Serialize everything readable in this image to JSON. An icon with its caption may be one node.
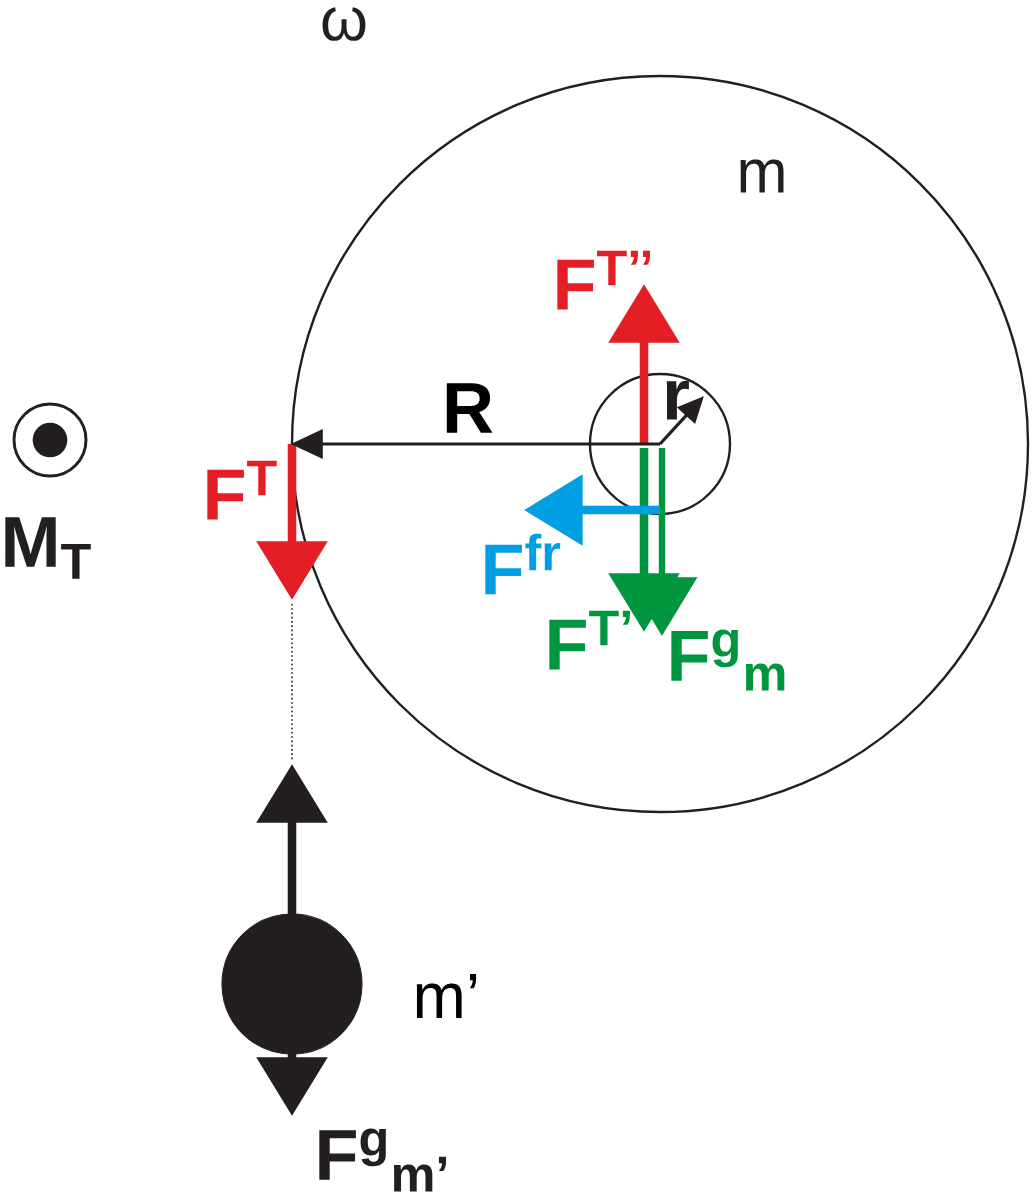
{
  "diagram": {
    "nodes": [
      {
        "text": [],
        "shape": "circle"
      },
      {
        "text": [],
        "shape": "circle",
        "in": 0
      },
      {
        "text": [],
        "shape": "circle",
        "beside": [
          "m’"
        ]
      }
    ],
    "edges": [
      {
        "from": 1,
        "to": 0,
        "arrow": "to",
        "label": "R"
      }
    ],
    "labels": [
      "ω",
      "m",
      "F$^{T’’}$",
      "r",
      "F$^{T}$",
      "M$_{T}$",
      "F$^{fr}$",
      "F$^{T’}$",
      "F$^{g}$$_{m}$",
      "F$^{g}$$_{m’}$"
    ]
  }
}
